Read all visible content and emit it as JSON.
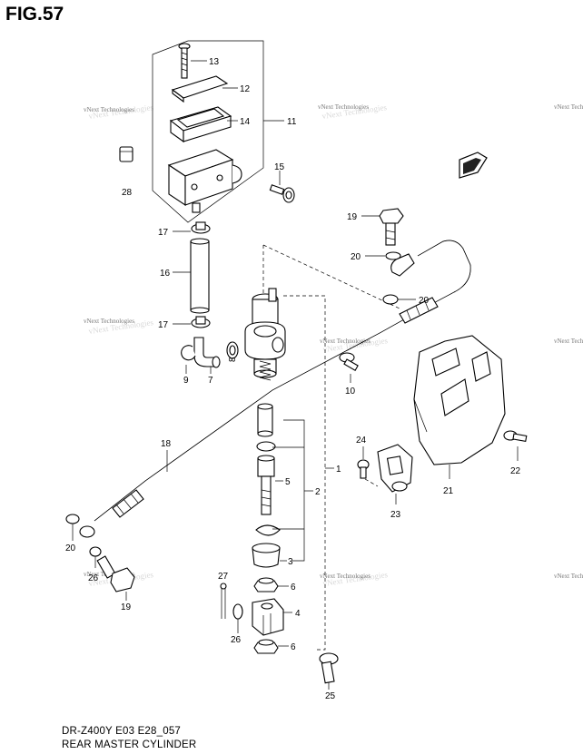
{
  "figure": {
    "title": "FIG.57",
    "model_code": "DR-Z400Y E03 E28_057",
    "caption": "REAR MASTER CYLINDER"
  },
  "watermark": "vNext Technologies",
  "callouts": {
    "c1": "1",
    "c2": "2",
    "c3": "3",
    "c4": "4",
    "c5": "5",
    "c6a": "6",
    "c6b": "6",
    "c7": "7",
    "c8": "8",
    "c9": "9",
    "c10": "10",
    "c11": "11",
    "c12": "12",
    "c13": "13",
    "c14": "14",
    "c15": "15",
    "c16": "16",
    "c17a": "17",
    "c17b": "17",
    "c18": "18",
    "c19a": "19",
    "c19b": "19",
    "c20a": "20",
    "c20b": "20",
    "c20c": "20",
    "c21": "21",
    "c22": "22",
    "c23": "23",
    "c24": "24",
    "c25": "25",
    "c26a": "26",
    "c26b": "26",
    "c27": "27",
    "c28": "28"
  },
  "icons": {
    "front_arrow": "front-direction-arrow-icon"
  }
}
